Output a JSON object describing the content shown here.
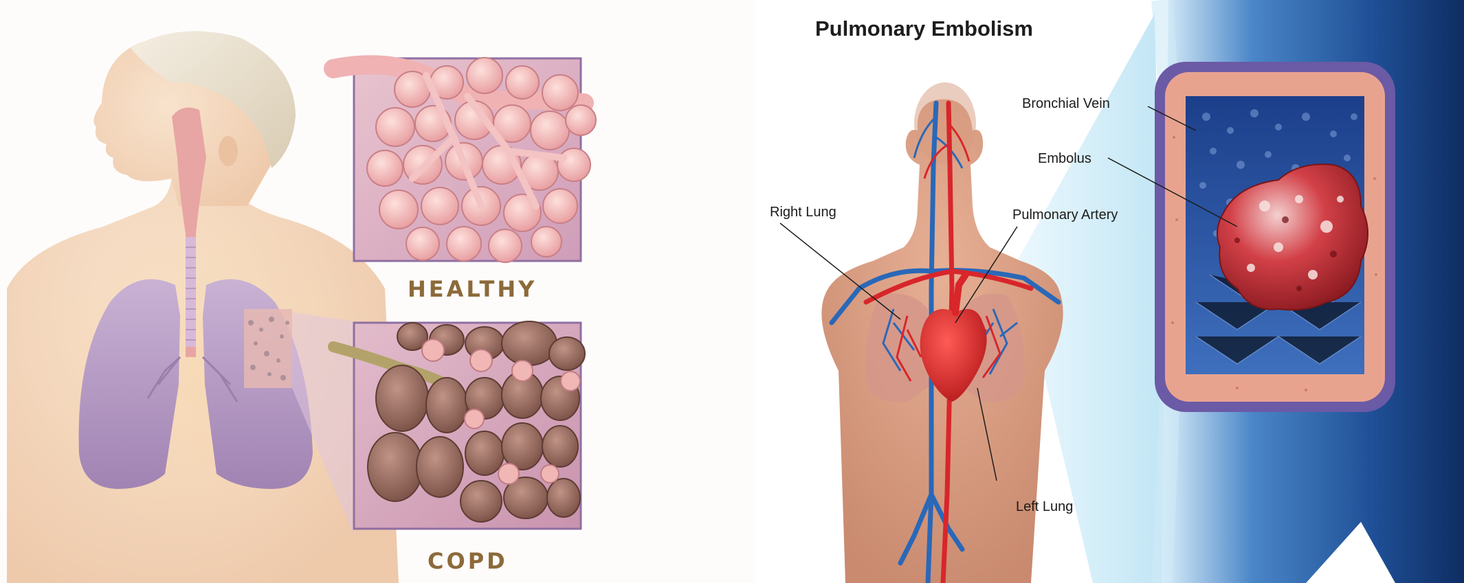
{
  "copd_panel": {
    "healthy_label": "HEALTHY",
    "copd_label": "COPD"
  },
  "pe_panel": {
    "title": "Pulmonary Embolism",
    "labels": {
      "right_lung": "Right Lung",
      "pulmonary_artery": "Pulmonary Artery",
      "left_lung": "Left Lung",
      "bronchial_vein": "Bronchial Vein",
      "embolus": "Embolus"
    }
  },
  "colors": {
    "skin": "#f3d7bd",
    "lung": "#b89ac4",
    "alveoli_healthy": "#f2b9b9",
    "alveoli_copd": "#9a6f62",
    "artery": "#d8262b",
    "vein": "#2a68b8",
    "vessel_blue": "#1a4f9c",
    "label_gold": "#8c6a3a"
  }
}
